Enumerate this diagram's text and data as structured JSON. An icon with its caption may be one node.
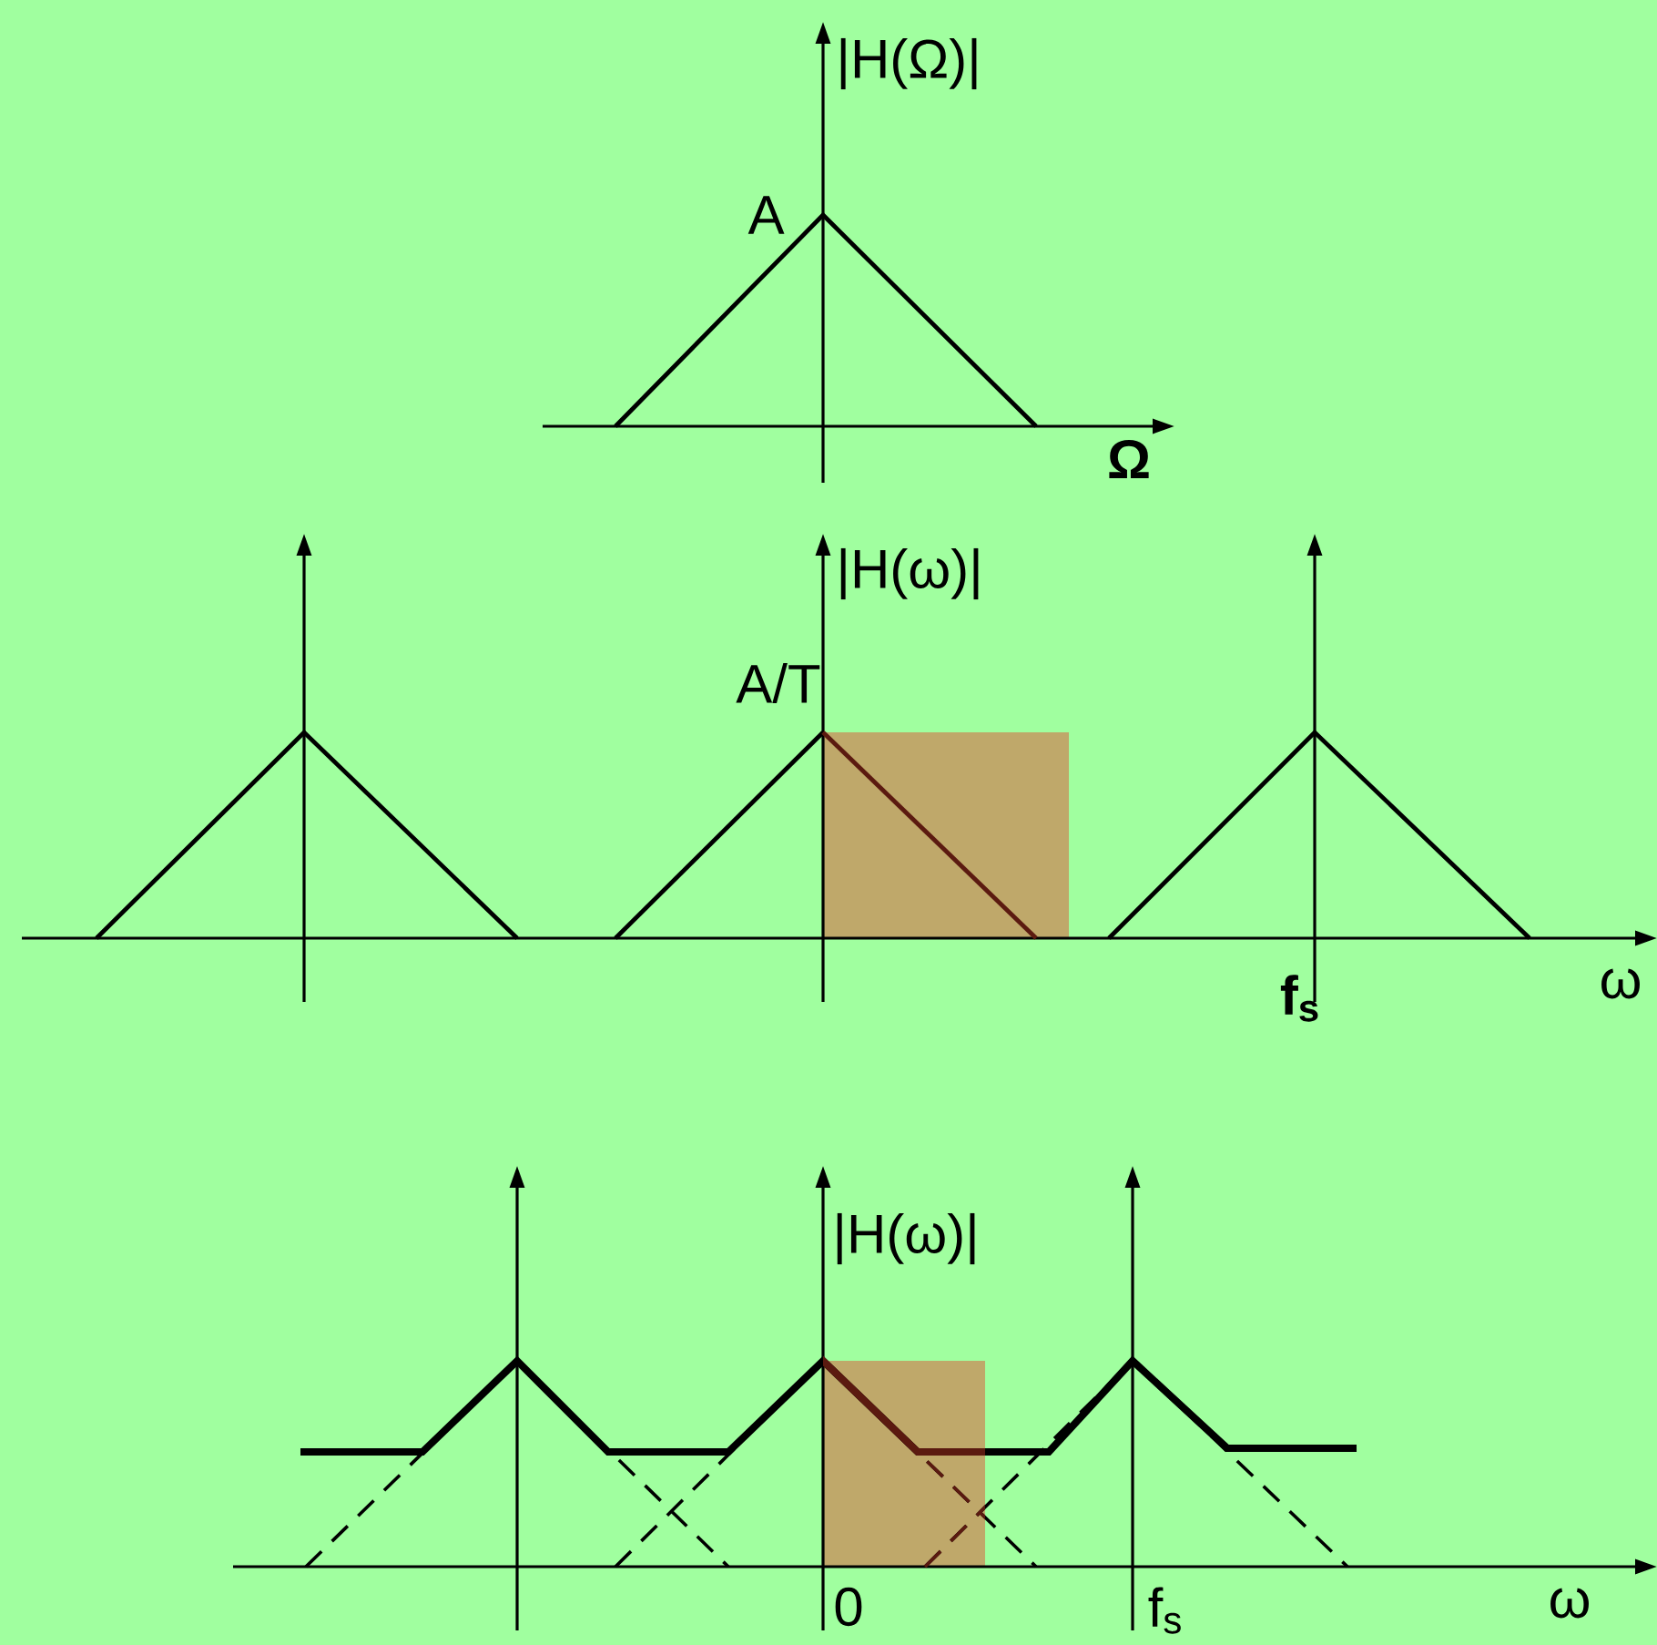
{
  "diagram": {
    "labels": [
      "|H(Ω)|",
      "A",
      "Ω",
      "|H(ω)|",
      "A/T",
      "f$_{s}$",
      "ω",
      "|H(ω)|",
      "0",
      "f$_{s}$",
      "ω"
    ]
  }
}
